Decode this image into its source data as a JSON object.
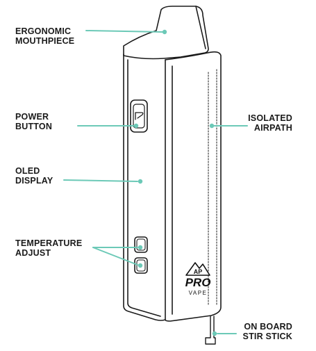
{
  "labels": {
    "mouthpiece": [
      "ERGONOMIC",
      "MOUTHPIECE"
    ],
    "power": [
      "POWER",
      "BUTTON"
    ],
    "oled": [
      "OLED",
      "DISPLAY"
    ],
    "temperature": [
      "TEMPERATURE",
      "ADJUST"
    ],
    "airpath": [
      "ISOLATED",
      "AIRPATH"
    ],
    "stir": [
      "ON BOARD",
      "STIR STICK"
    ]
  },
  "logo": {
    "word": "PRO",
    "sub": "VAPE",
    "monogram": "AP"
  },
  "colors": {
    "leader": "#6cc9b7",
    "outline": "#1a1a1a",
    "text": "#1a1a1a"
  }
}
